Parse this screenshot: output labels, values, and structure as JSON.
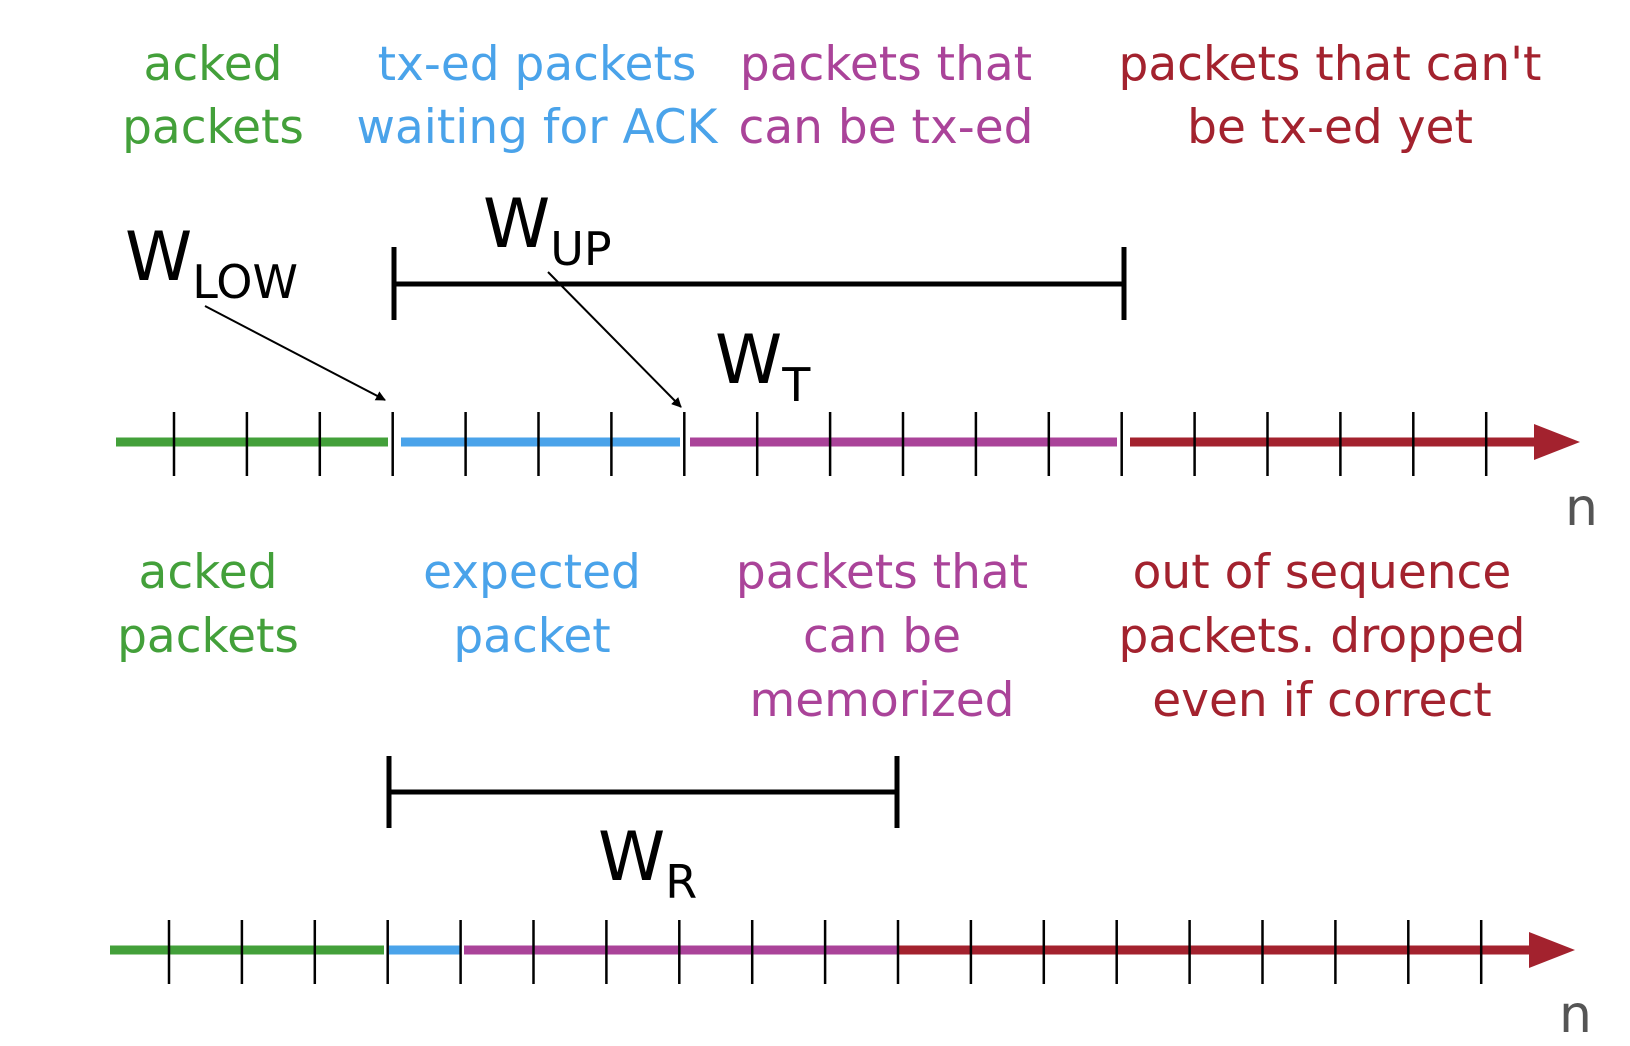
{
  "colors": {
    "acked": "#43a03a",
    "blue": "#4aa3ea",
    "purple": "#aa4399",
    "red": "#a3222e",
    "black": "#000000",
    "axis_label": "#555555"
  },
  "top": {
    "labels": {
      "acked": [
        "acked",
        "packets"
      ],
      "waiting": [
        "tx-ed packets",
        "waiting for ACK"
      ],
      "can_tx": [
        "packets that",
        "can be tx-ed"
      ],
      "cant_tx": [
        "packets that can't",
        "be tx-ed yet"
      ]
    },
    "w_low": {
      "main": "W",
      "sub": "LOW"
    },
    "w_up": {
      "main": "W",
      "sub": "UP"
    },
    "w_t": {
      "main": "W",
      "sub": "T"
    },
    "axis_label": "n"
  },
  "bottom": {
    "labels": {
      "acked": [
        "acked",
        "packets"
      ],
      "expected": [
        "expected",
        "packet"
      ],
      "memorized": [
        "packets that",
        "can be",
        "memorized"
      ],
      "out_of_seq": [
        "out of sequence",
        "packets. dropped",
        "even if correct"
      ]
    },
    "w_r": {
      "main": "W",
      "sub": "R"
    },
    "axis_label": "n"
  }
}
